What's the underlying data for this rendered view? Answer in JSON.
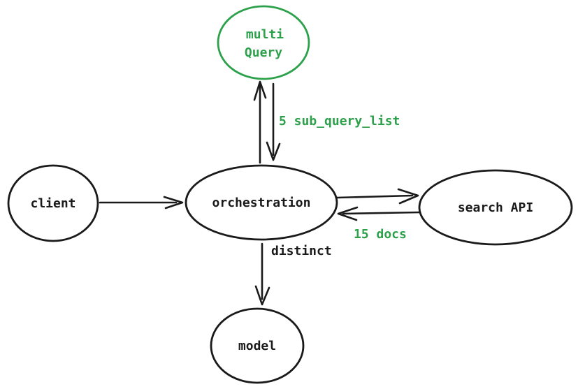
{
  "diagram": {
    "colors": {
      "accent_green": "#2ca04a",
      "ink_black": "#1a1a1a",
      "background": "#ffffff"
    },
    "nodes": {
      "multi_query": {
        "label": "multi Query",
        "line1": "multi",
        "line2": "Query",
        "color": "green"
      },
      "client": {
        "label": "client",
        "color": "black"
      },
      "orchestration": {
        "label": "orchestration",
        "color": "black"
      },
      "search_api": {
        "label": "search API",
        "color": "black"
      },
      "model": {
        "label": "model",
        "color": "black"
      }
    },
    "edges": {
      "client_to_orchestration": {
        "from": "client",
        "to": "orchestration",
        "label": ""
      },
      "orchestration_multi_query": {
        "from": "orchestration",
        "to": "multi Query",
        "bidirectional": true,
        "label": "5 sub_query_list"
      },
      "orchestration_search_api": {
        "from": "orchestration",
        "to": "search API",
        "bidirectional": true,
        "label": "15 docs"
      },
      "orchestration_to_model": {
        "from": "orchestration",
        "to": "model",
        "label": "distinct"
      }
    }
  }
}
